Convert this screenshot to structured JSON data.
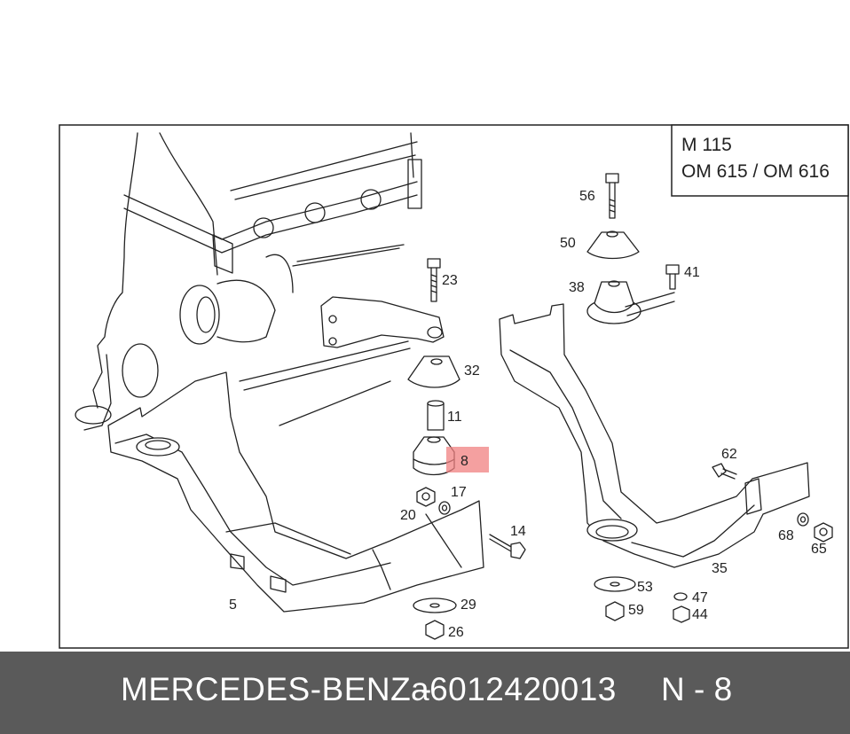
{
  "engine_box": {
    "line1": "M 115",
    "line2": "OM 615 / OM 616"
  },
  "parts": [
    {
      "id": "p56",
      "label": "56"
    },
    {
      "id": "p50",
      "label": "50"
    },
    {
      "id": "p41",
      "label": "41"
    },
    {
      "id": "p38",
      "label": "38"
    },
    {
      "id": "p23",
      "label": "23"
    },
    {
      "id": "p32",
      "label": "32"
    },
    {
      "id": "p11",
      "label": "11"
    },
    {
      "id": "p8",
      "label": "8"
    },
    {
      "id": "p17",
      "label": "17"
    },
    {
      "id": "p20",
      "label": "20"
    },
    {
      "id": "p14",
      "label": "14"
    },
    {
      "id": "p29",
      "label": "29"
    },
    {
      "id": "p26",
      "label": "26"
    },
    {
      "id": "p5",
      "label": "5"
    },
    {
      "id": "p62",
      "label": "62"
    },
    {
      "id": "p68",
      "label": "68"
    },
    {
      "id": "p65",
      "label": "65"
    },
    {
      "id": "p35",
      "label": "35"
    },
    {
      "id": "p53",
      "label": "53"
    },
    {
      "id": "p47",
      "label": "47"
    },
    {
      "id": "p59",
      "label": "59"
    },
    {
      "id": "p44",
      "label": "44"
    }
  ],
  "highlight": {
    "part": "8",
    "color": "#f08080"
  },
  "footer": {
    "brand": "MERCEDES-BENZ -",
    "part_number": "a6012420013",
    "ref": "N - 8"
  }
}
